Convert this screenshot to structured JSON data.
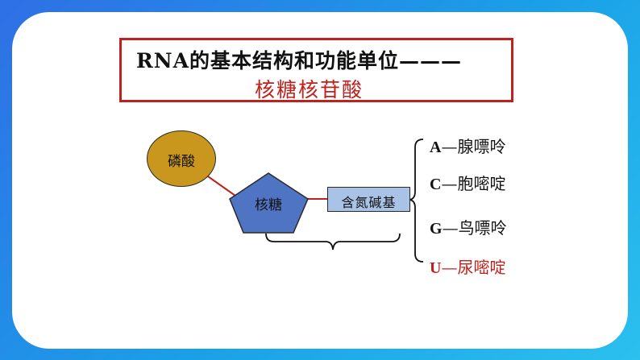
{
  "title": {
    "line1": "RNA的基本结构和功能单位———",
    "line2": "核糖核苷酸"
  },
  "nodes": {
    "phosphate": "磷酸",
    "ribose": "核糖",
    "base": "含氮碱基"
  },
  "bases": [
    {
      "letter": "A",
      "dash": "—",
      "name": "腺嘌呤"
    },
    {
      "letter": "C",
      "dash": "—",
      "name": "胞嘧啶"
    },
    {
      "letter": "G",
      "dash": "—",
      "name": "鸟嘌呤"
    },
    {
      "letter": "U",
      "dash": "—",
      "name": "尿嘧啶"
    }
  ],
  "colors": {
    "frame": "#1e8fe6",
    "title_red": "#c0211d",
    "phosphate_fill": "#c9961e",
    "ribose_fill": "#4f74c4",
    "base_fill": "#a9c3e6",
    "highlight_base": "#c0211d"
  }
}
